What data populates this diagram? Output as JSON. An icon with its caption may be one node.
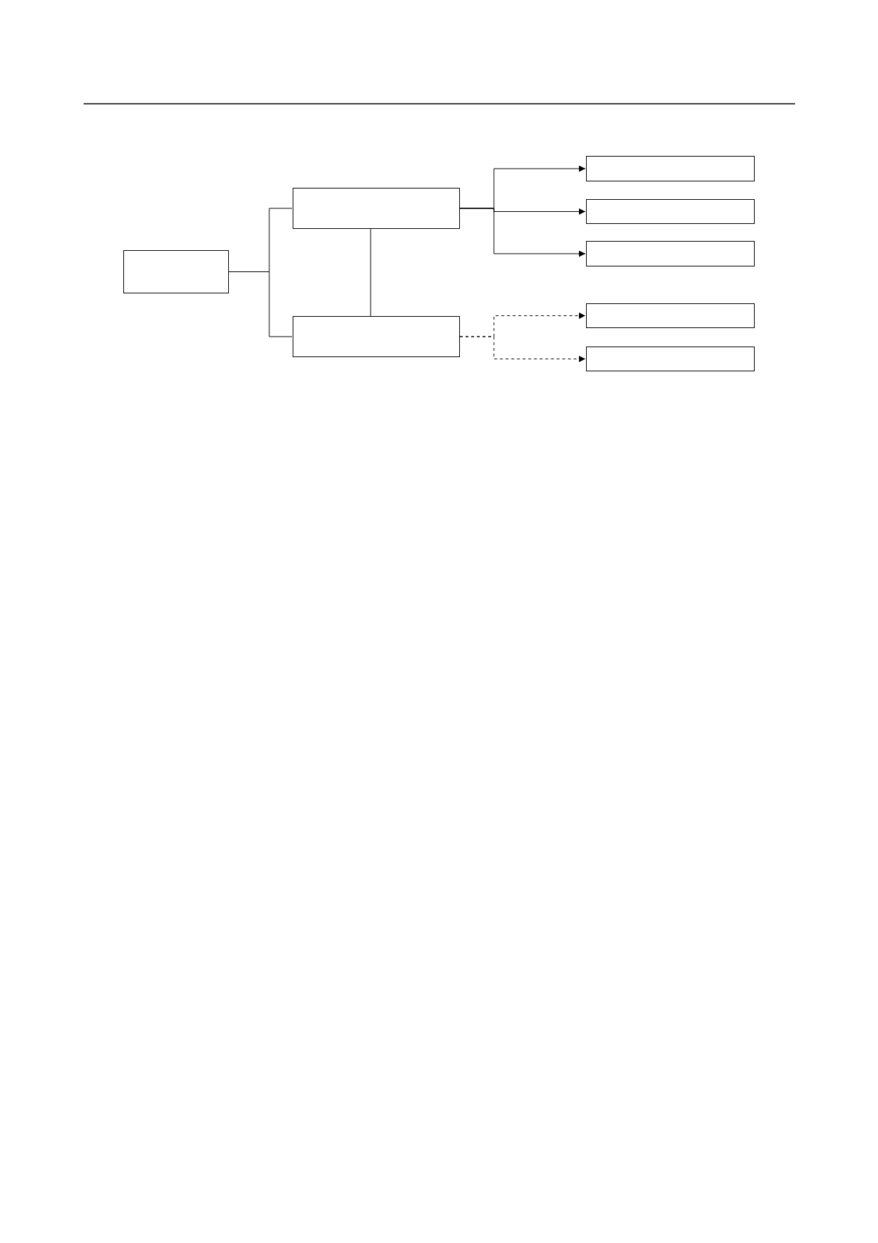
{
  "diagram": {
    "nodes": [
      {
        "text": [],
        "shape": "box"
      },
      {
        "text": [],
        "shape": "box"
      },
      {
        "text": [],
        "shape": "box"
      },
      {
        "text": [],
        "shape": "box"
      },
      {
        "text": [],
        "shape": "box"
      },
      {
        "text": [],
        "shape": "box"
      },
      {
        "text": [],
        "shape": "box"
      },
      {
        "text": [],
        "shape": "box"
      }
    ],
    "edges": [
      {
        "from": 0,
        "to": 1,
        "arrow": "none"
      },
      {
        "from": 0,
        "to": 2,
        "arrow": "none"
      },
      {
        "from": 1,
        "to": 2,
        "arrow": "none"
      },
      {
        "from": 1,
        "to": 3,
        "arrow": "to"
      },
      {
        "from": 1,
        "to": 4,
        "arrow": "to"
      },
      {
        "from": 1,
        "to": 5,
        "arrow": "to"
      },
      {
        "from": 2,
        "to": 6,
        "arrow": "to",
        "style": "dashed"
      },
      {
        "from": 2,
        "to": 7,
        "arrow": "to",
        "style": "dashed"
      }
    ]
  }
}
